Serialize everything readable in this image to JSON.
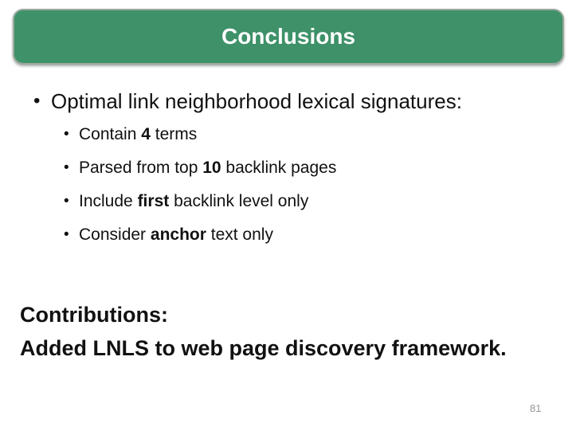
{
  "slide": {
    "title": "Conclusions",
    "page_number": "81"
  },
  "colors": {
    "header_green": "#3e9168",
    "header_border": "#9aa89d",
    "header_text": "#ffffff",
    "body_text": "#111111",
    "page_number_gray": "#979797",
    "background": "#ffffff"
  },
  "content": {
    "bullet_glyph": "•",
    "main_bullet": "Optimal link neighborhood lexical signatures:",
    "sub_bullets": [
      {
        "pre": "Contain ",
        "bold": "4",
        "post": " terms"
      },
      {
        "pre": "Parsed from top ",
        "bold": "10",
        "post": " backlink pages"
      },
      {
        "pre": "Include ",
        "bold": "first",
        "post": " backlink level only"
      },
      {
        "pre": "Consider ",
        "bold": "anchor",
        "post": " text only"
      }
    ],
    "contributions_heading": "Contributions:",
    "contributions_text": "Added LNLS to web page discovery framework."
  }
}
